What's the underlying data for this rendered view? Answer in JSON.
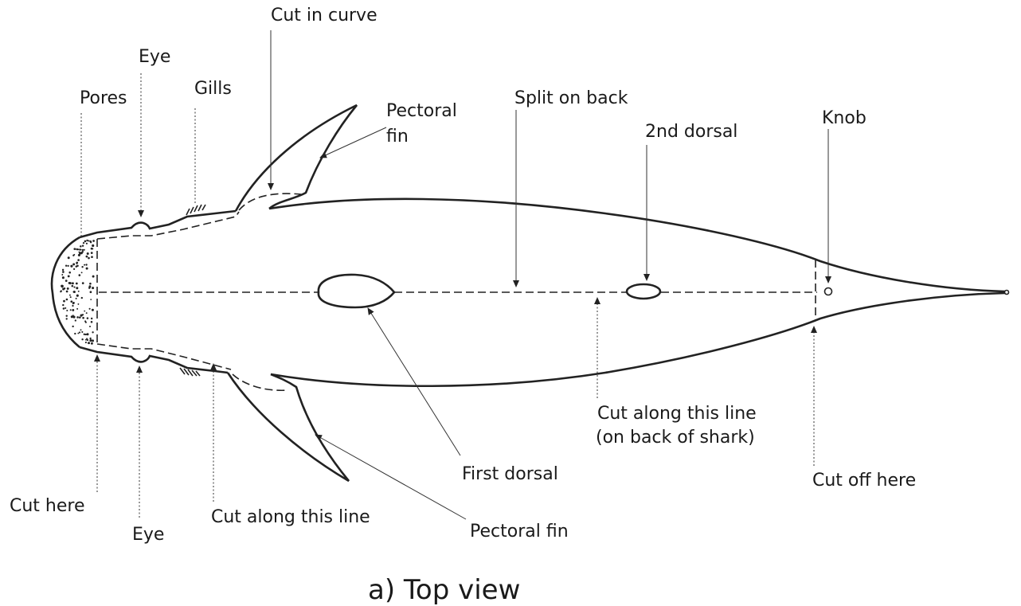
{
  "labels": {
    "cut_in_curve": "Cut in curve",
    "eye_top": "Eye",
    "gills": "Gills",
    "pores": "Pores",
    "pectoral_fin_top_1": "Pectoral",
    "pectoral_fin_top_2": "fin",
    "split_on_back": "Split on back",
    "second_dorsal": "2nd dorsal",
    "knob": "Knob",
    "cut_along_line_back_1": "Cut along this line",
    "cut_along_line_back_2": "(on back of shark)",
    "first_dorsal": "First dorsal",
    "cut_off_here": "Cut off here",
    "cut_here": "Cut here",
    "eye_bottom": "Eye",
    "cut_along_line": "Cut along this line",
    "pectoral_fin_bottom": "Pectoral fin"
  },
  "caption": "a) Top view"
}
